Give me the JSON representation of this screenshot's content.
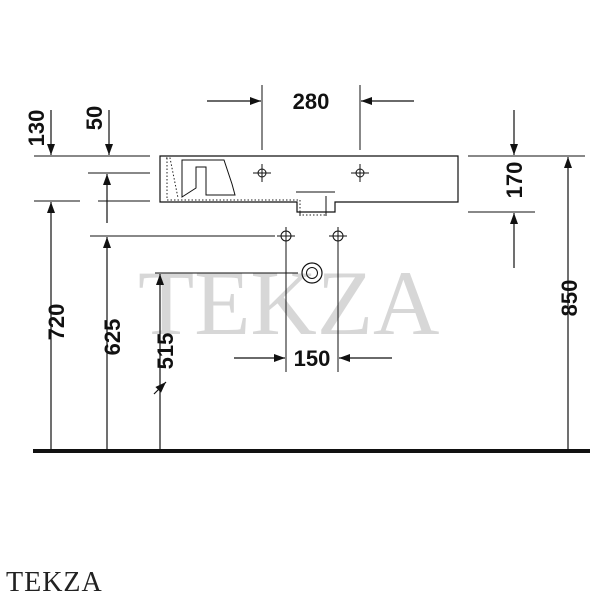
{
  "watermark": "TEKZA",
  "brand_label": "TEKZA",
  "dimensions": {
    "d130": "130",
    "d50": "50",
    "d280": "280",
    "d170": "170",
    "d720": "720",
    "d625": "625",
    "d515": "515",
    "d150": "150",
    "d850": "850"
  },
  "colors": {
    "line": "#111111",
    "watermark": "#b8b8b8",
    "floor": "#111111"
  }
}
